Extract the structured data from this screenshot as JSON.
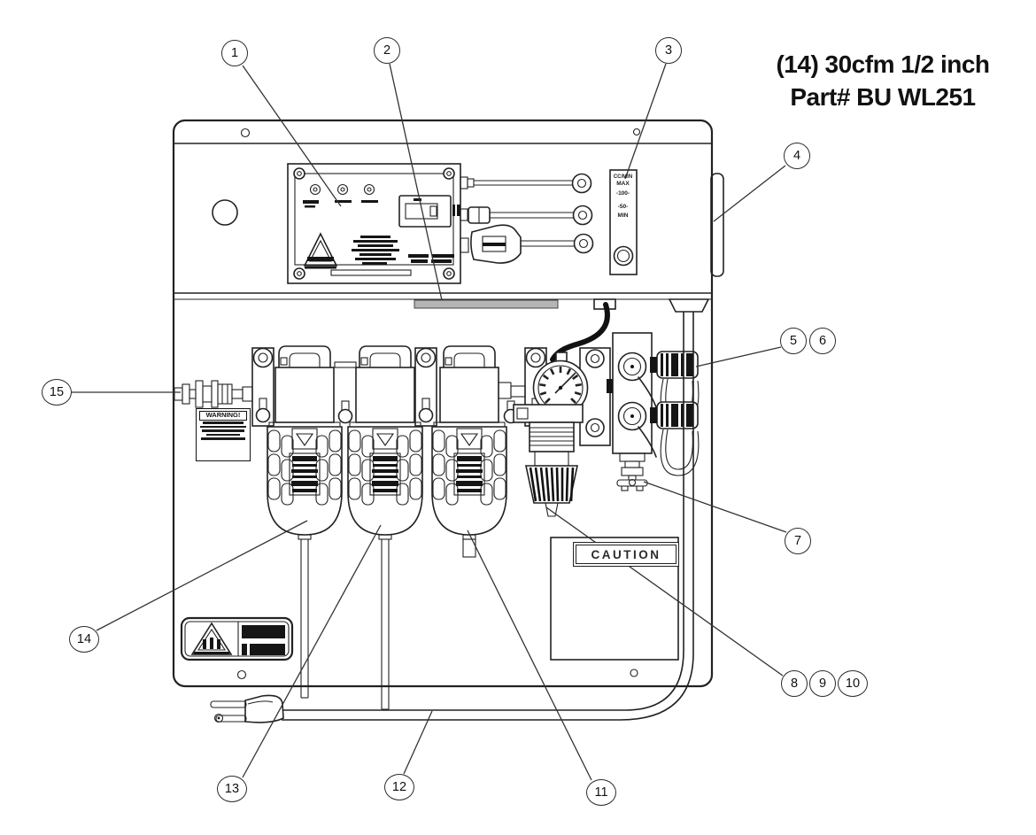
{
  "title": {
    "line1": "(14) 30cfm 1/2 inch",
    "line2": "Part# BU WL251"
  },
  "labels": {
    "warning": "WARNING!",
    "caution": "CAUTION"
  },
  "flow_meter": {
    "scale_labels": [
      "CC/MIN",
      "MAX",
      "-100-",
      "-50-",
      "MIN"
    ]
  },
  "callouts": [
    "1",
    "2",
    "3",
    "4",
    "5",
    "6",
    "7",
    "8",
    "9",
    "10",
    "11",
    "12",
    "13",
    "14",
    "15"
  ]
}
